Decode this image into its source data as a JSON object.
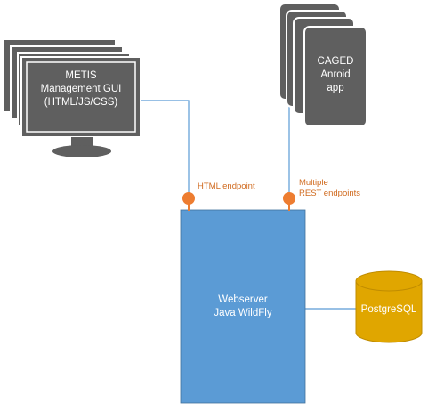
{
  "colors": {
    "device_fill": "#5f5f5f",
    "device_border": "#ffffff",
    "link": "#5a9bd5",
    "server_fill": "#5b9bd5",
    "endpoint": "#ed7d31",
    "db_fill": "#e0a600",
    "db_border": "#c08c00",
    "endpoint_text": "#d06a1e"
  },
  "nodes": {
    "metis": {
      "line1": "METIS",
      "line2": "Management GUI",
      "line3": "(HTML/JS/CSS)",
      "icon": "desktop-monitor-stack"
    },
    "caged": {
      "line1": "CAGED",
      "line2": "Anroid",
      "line3": "app",
      "icon": "mobile-device-stack"
    },
    "webserver": {
      "line1": "Webserver",
      "line2": "Java WildFly"
    },
    "database": {
      "label": "PostgreSQL",
      "icon": "database-cylinder"
    }
  },
  "endpoints": {
    "html": {
      "label": "HTML endpoint"
    },
    "rest": {
      "line1": "Multiple",
      "line2": "REST endpoints"
    }
  }
}
